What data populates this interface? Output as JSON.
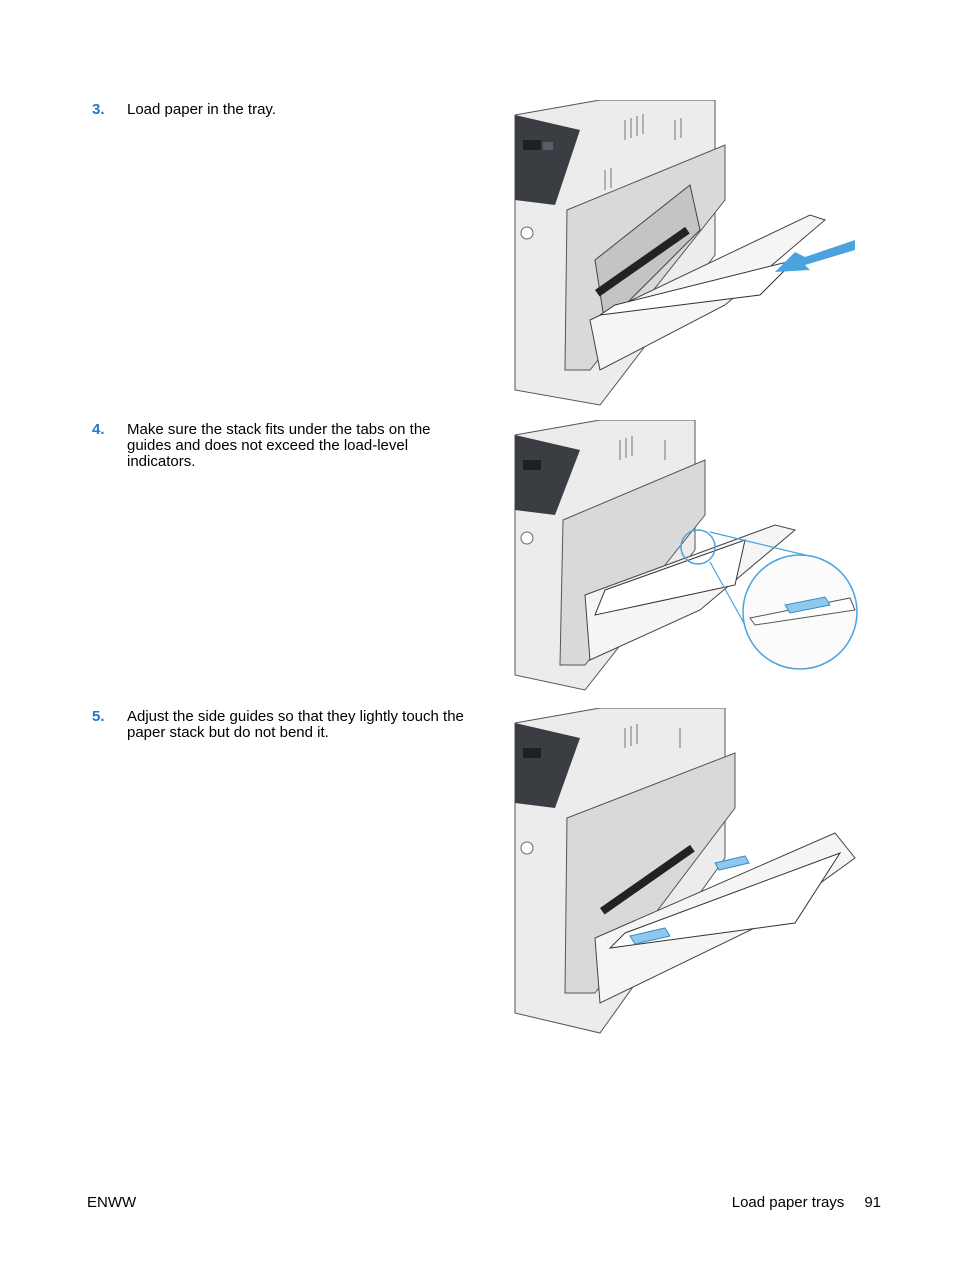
{
  "steps": [
    {
      "number": "3.",
      "text": "Load paper in the tray."
    },
    {
      "number": "4.",
      "text": "Make sure the stack fits under the tabs on the guides and does not exceed the load-level indicators."
    },
    {
      "number": "5.",
      "text": "Adjust the side guides so that they lightly touch the paper stack but do not bend it."
    }
  ],
  "footer": {
    "left": "ENWW",
    "section": "Load paper trays",
    "page": "91"
  },
  "colors": {
    "step_number": "#1f78d1",
    "callout": "#4aa3df",
    "printer_dark": "#3a3d42",
    "printer_body": "#ececec"
  }
}
